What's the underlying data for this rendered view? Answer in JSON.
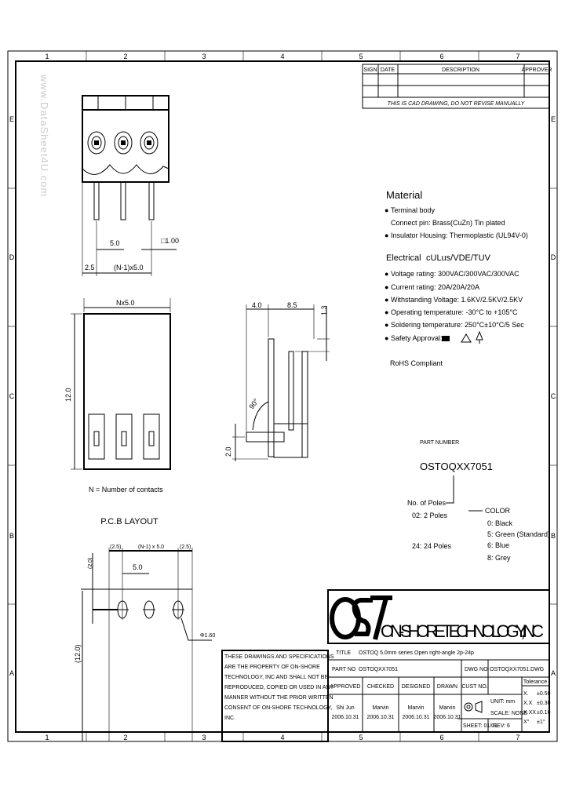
{
  "watermark": "www.DataSheet4U.com",
  "grid": {
    "columns": [
      "1",
      "2",
      "3",
      "4",
      "5",
      "6",
      "7"
    ],
    "rows": [
      "E",
      "D",
      "C",
      "B",
      "A"
    ]
  },
  "revision_table": {
    "headers": [
      "SIGN",
      "DATE",
      "DESCRIPTION",
      "APPROVER"
    ],
    "note": "THIS IS CAD DRAWING, DO NOT REVISE MANUALLY"
  },
  "top_view": {
    "dim_pitch": "5.0",
    "dim_pin": "□1.00",
    "dim_edge": "2.5",
    "dim_span": "(N-1)x5.0"
  },
  "front_view": {
    "dim_width": "Nx5.0",
    "dim_height": "12.0",
    "note": "N = Number of contacts"
  },
  "side_view": {
    "dim_a": "4.0",
    "dim_b": "8.5",
    "dim_c": "1.3",
    "dim_d": "2.0",
    "angle": "90°"
  },
  "specs": {
    "material_title": "Material",
    "material_items": [
      "Terminal body",
      "Connect pin: Brass(CuZn) Tin plated",
      "Insulator Housing: Thermoplastic (UL94V-0)"
    ],
    "electrical_title": "Electrical",
    "electrical_approvals": "cULus/VDE/TUV",
    "electrical_items": [
      "Voltage rating: 300VAC/300VAC/300VAC",
      "Current rating: 20A/20A/20A",
      "Withstanding Voltage: 1.6KV/2.5KV/2.5KV",
      "Operating temperature: -30°C to +105°C",
      "Soldering temperature: 250°C±10°C/5 Sec",
      "Safety Approval:"
    ],
    "rohs": "RoHS Compliant"
  },
  "part_number": {
    "label": "PART NUMBER",
    "value": "OSTOQXX7051",
    "poles_label": "No. of Poles",
    "poles_min": "02: 2 Poles",
    "poles_max": "24:  24 Poles",
    "color_label": "COLOR",
    "colors": [
      "0: Black",
      "5: Green (Standard)",
      "6: Blue",
      "8: Grey"
    ]
  },
  "pcb_layout": {
    "title": "P.C.B LAYOUT",
    "dim_left": "(2.5)",
    "dim_span": "(N-1) x 5.0",
    "dim_right": "(2.5)",
    "dim_pitch": "5.0",
    "dim_top": "(2.0)",
    "dim_height": "(12.0)",
    "dim_hole": "Φ1.60"
  },
  "company": {
    "logo": "OST",
    "name": "ON-SHORE TECHNOLOGY, INC"
  },
  "title_block": {
    "notice": [
      "THESE DRAWINGS AND SPECIFICATIONS",
      "ARE THE PROPERTY OF ON-SHORE",
      "TECHNOLOGY, INC AND SHALL NOT BE",
      "REPRODUCED, COPIED OR USED IN ANY",
      "MANNER WITHOUT THE PRIOR WRITTEN",
      "CONSENT OF ON-SHORE TECHNOLOGY,",
      "INC."
    ],
    "title_label": "TITLE",
    "title_value": "OSTOQ 5.0mm series Open right-angle 2p-24p",
    "part_no_label": "PART NO",
    "part_no_value": "OSTOQXX7051",
    "dwg_no_label": "DWG NO",
    "dwg_no_value": "OSTOQXX7051.DWG",
    "headers": [
      "APPROVED",
      "CHECKED",
      "DESIGNED",
      "DRAWN",
      "CUST NO."
    ],
    "people": [
      {
        "name": "Shi Jun",
        "date": "2006.10.31"
      },
      {
        "name": "Marvin",
        "date": "2006.10.31"
      },
      {
        "name": "Marvin",
        "date": "2006.10.31"
      },
      {
        "name": "Marvin",
        "date": "2006.10.31"
      }
    ],
    "unit": "UNIT: mm",
    "scale": "SCALE: NONE",
    "sheet": "SHEET: 01/01",
    "rev": "REV:  6",
    "tolerance_title": "Tolerance",
    "tolerance": [
      {
        "k": "X.",
        "v": "±0.50"
      },
      {
        "k": "X.X",
        "v": "±0.30"
      },
      {
        "k": "X.XX",
        "v": "±0.10"
      },
      {
        "k": "X°",
        "v": "±1°"
      }
    ]
  }
}
